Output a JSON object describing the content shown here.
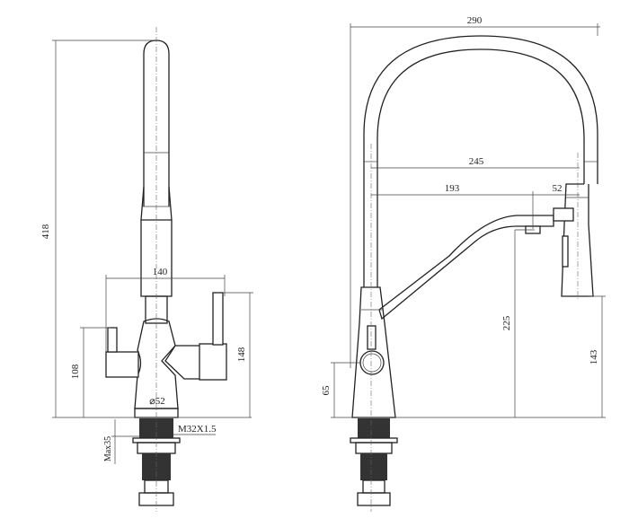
{
  "front_view": {
    "height_total": "418",
    "width_handles": "140",
    "height_handle_right": "148",
    "height_handle_left": "108",
    "base_diameter": "⌀52",
    "thread": "M32X1.5",
    "max_counter_thickness": "Max35"
  },
  "side_view": {
    "width_total": "290",
    "reach_head": "245",
    "reach_filter_spout": "193",
    "head_offset": "52",
    "filter_spout_height": "225",
    "head_height": "143",
    "handle_height": "65"
  }
}
